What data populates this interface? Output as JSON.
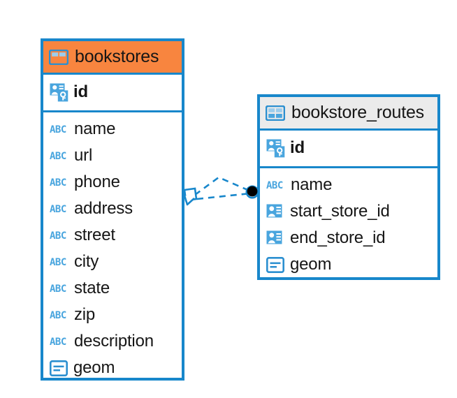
{
  "diagram": {
    "type": "entity-relationship-diagram",
    "background": "#ffffff",
    "colors": {
      "border_blue": "#1887cb",
      "header_orange": "#f8853f",
      "header_gray": "#ebebeb",
      "icon_blue": "#49a5de",
      "text_black": "#161616",
      "connector_blue": "#1887cb",
      "connector_endpoint_fill": "#000000"
    }
  },
  "entities": [
    {
      "name": "bookstores",
      "title": "bookstores",
      "header_icon": "table-icon",
      "header_style": "accent-orange",
      "keys": [
        {
          "label": "id",
          "icon": "primary-key-icon",
          "type": "primary-key"
        }
      ],
      "fields": [
        {
          "label": "name",
          "icon": "abc-icon",
          "type": "text"
        },
        {
          "label": "url",
          "icon": "abc-icon",
          "type": "text"
        },
        {
          "label": "phone",
          "icon": "abc-icon",
          "type": "text"
        },
        {
          "label": "address",
          "icon": "abc-icon",
          "type": "text"
        },
        {
          "label": "street",
          "icon": "abc-icon",
          "type": "text"
        },
        {
          "label": "city",
          "icon": "abc-icon",
          "type": "text"
        },
        {
          "label": "state",
          "icon": "abc-icon",
          "type": "text"
        },
        {
          "label": "zip",
          "icon": "abc-icon",
          "type": "text"
        },
        {
          "label": "description",
          "icon": "abc-icon",
          "type": "text"
        },
        {
          "label": "geom",
          "icon": "geometry-icon",
          "type": "geometry"
        }
      ]
    },
    {
      "name": "bookstore_routes",
      "title": "bookstore_routes",
      "header_icon": "table-icon",
      "header_style": "accent-gray",
      "keys": [
        {
          "label": "id",
          "icon": "primary-key-icon",
          "type": "primary-key"
        }
      ],
      "fields": [
        {
          "label": "name",
          "icon": "abc-icon",
          "type": "text"
        },
        {
          "label": "start_store_id",
          "icon": "foreign-key-icon",
          "type": "foreign-key"
        },
        {
          "label": "end_store_id",
          "icon": "foreign-key-icon",
          "type": "foreign-key"
        },
        {
          "label": "geom",
          "icon": "geometry-icon",
          "type": "geometry"
        }
      ]
    }
  ],
  "relationships": [
    {
      "from": "bookstores",
      "to": "bookstore_routes",
      "style": "dashed",
      "source_endpoint": "diamond",
      "target_endpoint": "filled-circle",
      "branches": 2
    }
  ],
  "abc_glyph": "ABC"
}
